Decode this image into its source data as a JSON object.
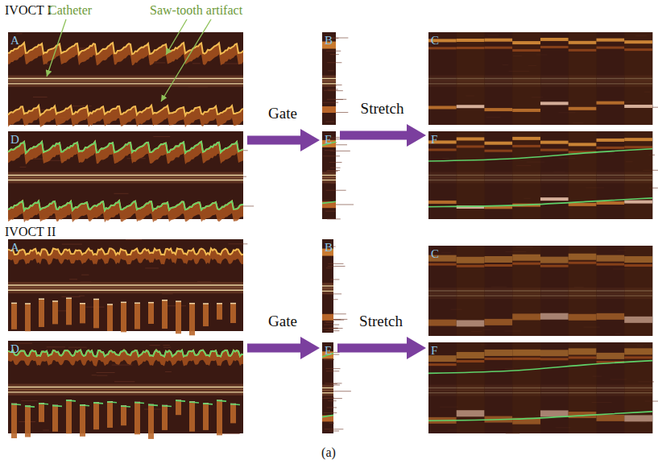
{
  "diagram": {
    "caption": "(a)",
    "nodes": [
      {
        "text": [
          "A"
        ]
      },
      {
        "text": [
          "B"
        ]
      },
      {
        "text": [
          "C"
        ]
      },
      {
        "text": [
          "D"
        ]
      },
      {
        "text": [
          "E"
        ]
      },
      {
        "text": [
          "F"
        ]
      },
      {
        "text": [
          "A"
        ]
      },
      {
        "text": [
          "B"
        ]
      },
      {
        "text": [
          "C"
        ]
      },
      {
        "text": [
          "D"
        ]
      },
      {
        "text": [
          "E"
        ]
      },
      {
        "text": [
          "F"
        ]
      }
    ],
    "edges": [
      {
        "from": 3,
        "to": 4,
        "label": "Gate",
        "arrow": "to"
      },
      {
        "from": 4,
        "to": 5,
        "label": "Stretch",
        "arrow": "to"
      },
      {
        "from": 9,
        "to": 10,
        "label": "Gate",
        "arrow": "to"
      },
      {
        "from": 10,
        "to": 11,
        "label": "Stretch",
        "arrow": "to"
      }
    ],
    "labels": [
      "IVOCT I",
      "Catheter",
      "Saw-tooth artifact",
      "IVOCT II"
    ]
  }
}
